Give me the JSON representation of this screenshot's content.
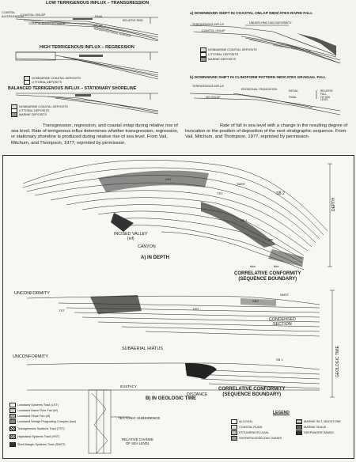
{
  "top_left": {
    "title_transgression": "LOW TERRIGENOUS INFLUX – TRANSGRESSION",
    "coastal_aggradation": "COASTAL\nAGGRADATION",
    "coastal_onlap": "COASTAL ONLAP",
    "coastal_encroachment": "COASTAL ENCROACHMENT",
    "final": "FINAL",
    "relative_rise": "RELATIVE RISE",
    "initial": "INITIAL",
    "nondepositional_surface": "NONDEPOSITIONAL SURFACE",
    "title_regression": "HIGH TERRIGENOUS INFLUX – REGRESSION",
    "title_stationary": "BALANCED TERRIGENOUS INFLUX – STATIONARY SHORELINE",
    "legend_nonmarine": "NONMARINE COASTAL DEPOSITS",
    "legend_littoral": "LITTORAL DEPOSITS",
    "legend_marine": "MARINE DEPOSITS"
  },
  "top_right": {
    "title_a": "a)  DOWNWARD SHIFT IN COASTAL ONLAP INDICATES RAPID FALL",
    "terrigenous_influx": "TERRIGENOUS INFLUX",
    "underlying_unconformity": "UNDERLYING UNCONFORMITY",
    "coastal_onlap": "COASTAL ONLAP",
    "nondepositional_surface": "NONDEPOSITIONAL SURFACE",
    "legend_nonmarine": "NONMARINE COASTAL DEPOSITS",
    "legend_littoral": "LITTORAL DEPOSITS",
    "legend_marine": "MARINE DEPOSITS",
    "title_b": "b)  DOWNWARD SHIFT IN CLINOFORM PATTERN INDICATES GRADUAL FALL",
    "erosional_truncation": "EROSIONAL TRUNCATION",
    "no_onlap": "NO ONLAP",
    "relative_fall": "RELATIVE\nFALL\nOF SEA\nLEVEL",
    "initial": "INITIAL",
    "final": "FINAL"
  },
  "captions": {
    "left": "Transgression, regression, and coastal onlap during relative rise of sea level. Rate of terrigenous influx determines whether transgression, regression, or stationary shoreline is produced during relative rise of sea level. From Vail, Mitchum, and Thompson, 1977, reprinted by permission.",
    "right": "Rate of fall in sea level with a change in the resulting degree of truncation or the position of deposition of the next stratigraphic sequence. From Vail, Mitchum, and Thompson, 1977, reprinted by permission."
  },
  "depth_panel": {
    "sb2": "SB 2",
    "depth": "DEPTH",
    "incised_valley": "INCISED VALLEY\n(ivf)",
    "canyon": "CANYON",
    "title": "A)  IN DEPTH",
    "correlative": "CORRELATIVE CONFORMITY\n(SEQUENCE BOUNDARY)",
    "hst": "HST",
    "tst": "TST",
    "lsw": "lsw",
    "smst": "SMST",
    "sb1": "SB 1",
    "tbfa": "tbfa",
    "tbfs": "tbfs"
  },
  "time_panel": {
    "unconformity1": "UNCONFORMITY",
    "unconformity2": "UNCONFORMITY",
    "smst": "SMST",
    "sb2": "SB2",
    "hst": "HST",
    "tst": "TST",
    "condensed": "CONDENSED\nSECTION",
    "geologic_time": "GEOLOGIC TIME",
    "subaerial_hiatus": "SUBAERIAL HIATUS",
    "sb1": "SB 1",
    "distance": "DISTANCE",
    "title": "B)  IN GEOLOGIC TIME",
    "correlative": "CORRELATIVE CONFORMITY\n(SEQUENCE BOUNDARY)",
    "eustacy": "EUSTACY",
    "tectonic": "TECTONIC SUBSIDENCE",
    "relative_change": "RELATIVE CHANGE\nOF SEA LEVEL",
    "legend_title": "LEGEND"
  },
  "systems_tracts": [
    "Lowstand Systems Tract (LST)",
    "Lowstand Basin Floor Fan (bf)",
    "Lowstand Slope Fan (sf)",
    "Lowstand Wedge Prograding Complex (lsw)",
    "Transgressive Systems Tract (TST)",
    "Highstand Systems Tract (HST)",
    "Shelf Margin Systems Tract (SMST)"
  ],
  "legend_items": [
    "ALLUVIAL",
    "COASTAL PLAIN",
    "ESTUARINE/FLUVIAL",
    "SHOREFACE/DELTAIC SANDS",
    "MARINE SILT, MUDSTONE",
    "MARINE SHALE",
    "DEEPWATER SANDS"
  ]
}
